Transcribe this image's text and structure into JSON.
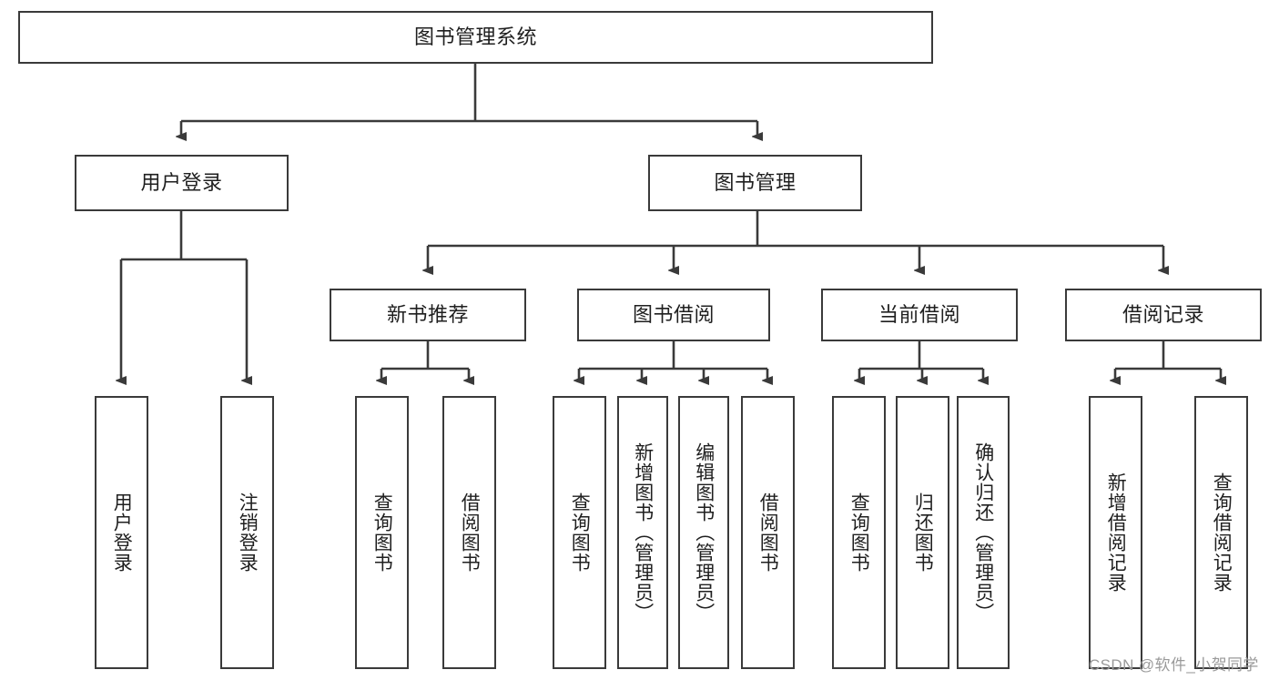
{
  "diagram": {
    "title": "图书管理系统",
    "root": {
      "label": "图书管理系统"
    },
    "level2": [
      {
        "label": "用户登录"
      },
      {
        "label": "图书管理"
      }
    ],
    "level3": [
      {
        "label": "新书推荐"
      },
      {
        "label": "图书借阅"
      },
      {
        "label": "当前借阅"
      },
      {
        "label": "借阅记录"
      }
    ],
    "leaves_user_login": [
      {
        "label": "用户登录"
      },
      {
        "label": "注销登录"
      }
    ],
    "leaves_new_book": [
      {
        "label": "查询图书"
      },
      {
        "label": "借阅图书"
      }
    ],
    "leaves_borrow": [
      {
        "label": "查询图书"
      },
      {
        "label": "新增图书（管理员）"
      },
      {
        "label": "编辑图书（管理员）"
      },
      {
        "label": "借阅图书"
      }
    ],
    "leaves_current": [
      {
        "label": "查询图书"
      },
      {
        "label": "归还图书"
      },
      {
        "label": "确认归还（管理员）"
      }
    ],
    "leaves_record": [
      {
        "label": "新增借阅记录"
      },
      {
        "label": "查询借阅记录"
      }
    ],
    "watermark": "CSDN @软件_小贺同学",
    "colors": {
      "stroke": "#3a3a3a",
      "background": "#ffffff",
      "text": "#1f1f1f",
      "watermark": "#9a9a9a"
    }
  }
}
